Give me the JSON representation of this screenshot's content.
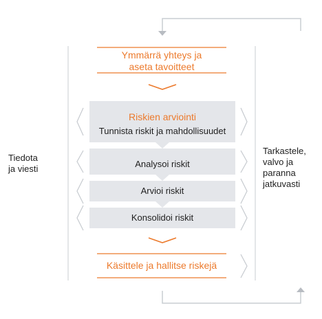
{
  "process": {
    "step_top": {
      "line1": "Ymmärrä yhteys ja",
      "line2": "aseta tavoitteet"
    },
    "assessment": {
      "title": "Riskien arviointi",
      "identify": "Tunnista riskit ja mahdollisuudet",
      "analyze": "Analysoi riskit",
      "evaluate": "Arvioi riskit",
      "consolidate": "Konsolidoi riskit"
    },
    "step_bottom": "Käsittele ja hallitse riskejä"
  },
  "left_label": {
    "line1": "Tiedota",
    "line2": "ja viesti"
  },
  "right_label": {
    "line1": "Tarkastele,",
    "line2": "valvo ja",
    "line3": "paranna",
    "line4": "jatkuvasti"
  },
  "colors": {
    "accent": "#ec7a2c",
    "box_fill": "#e4e6ea",
    "line_gray": "#c9cdd2",
    "chevron_gray": "#c6cacf",
    "arrow_gray": "#b8bcc2",
    "text": "#1f1f1f"
  }
}
